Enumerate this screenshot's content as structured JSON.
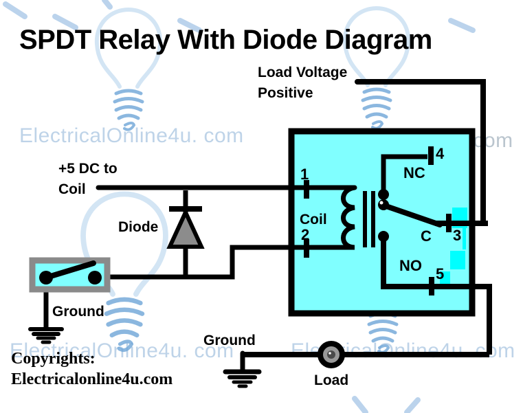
{
  "title": "SPDT Relay With Diode Diagram",
  "labels": {
    "load_voltage_line1": "Load Voltage",
    "load_voltage_line2": "Positive",
    "coil_supply_line1": "+5 DC to",
    "coil_supply_line2": "Coil",
    "diode": "Diode",
    "switch_ground": "Ground",
    "bottom_ground": "Ground",
    "coil": "Coil",
    "load": "Load",
    "nc": "NC",
    "no": "NO",
    "common": "C",
    "pin1": "1",
    "pin2": "2",
    "pin3": "3",
    "pin4": "4",
    "pin5": "5"
  },
  "copyright": {
    "line1": "Copyrights:",
    "line2": "Electricalonline4u.com"
  },
  "watermark": {
    "text": "ElectricalOnline4u. com"
  },
  "colors": {
    "relay_fill": "#80ffff",
    "highlight_patch": "#00ffff",
    "wire": "#000000",
    "switch_border": "#8a8a8a",
    "diode_fill": "#8c8c8c",
    "load_fill": "#999999",
    "watermark_text": "#b7cfe6",
    "bulb_sketch": "#c9dff2"
  }
}
